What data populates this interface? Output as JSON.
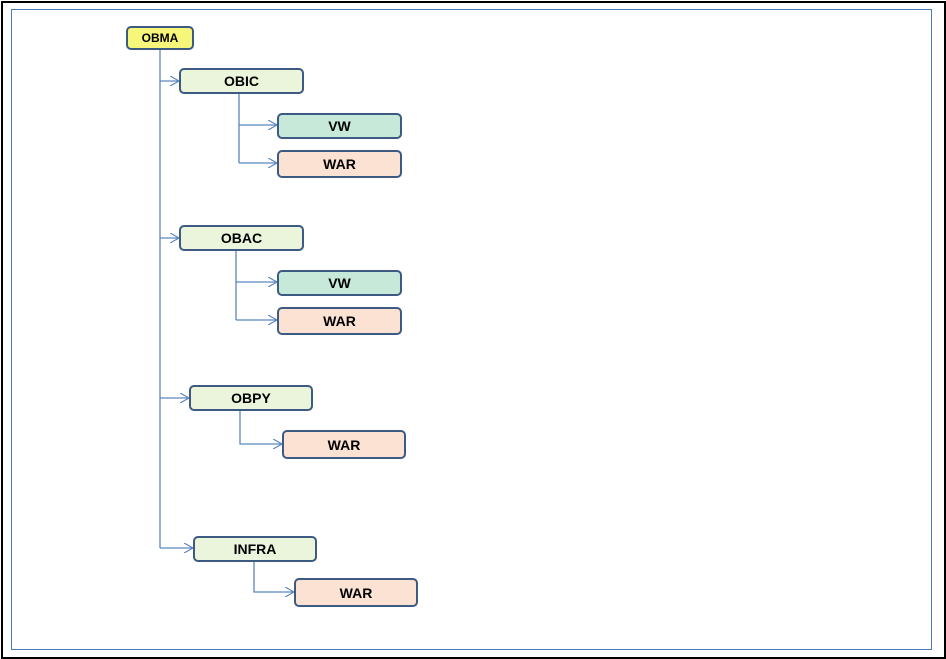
{
  "colors": {
    "root_fill": "#f6f77a",
    "group_fill": "#ebf5dc",
    "vw_fill": "#c6e9da",
    "war_fill": "#fbe2d3",
    "node_border": "#3c5a82",
    "connector": "#5b86bd"
  },
  "tree": {
    "root": "OBMA",
    "groups": [
      {
        "label": "OBIC",
        "children": [
          "VW",
          "WAR"
        ]
      },
      {
        "label": "OBAC",
        "children": [
          "VW",
          "WAR"
        ]
      },
      {
        "label": "OBPY",
        "children": [
          "WAR"
        ]
      },
      {
        "label": "INFRA",
        "children": [
          "WAR"
        ]
      }
    ]
  }
}
